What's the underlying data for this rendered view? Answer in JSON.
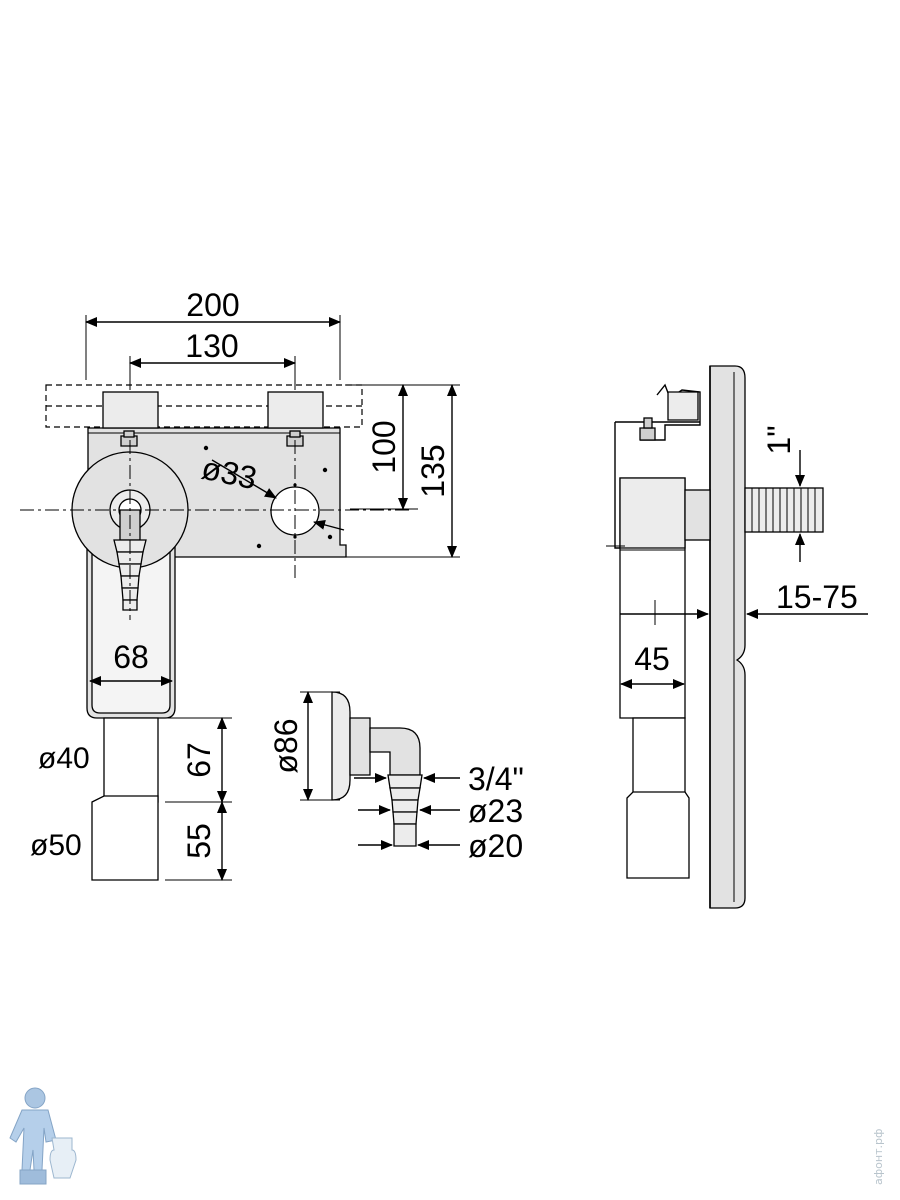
{
  "dimensions": {
    "front_width_outer": "200",
    "front_width_inner": "130",
    "hole_diameter": "ø33",
    "height_inner": "100",
    "height_outer": "135",
    "box_width": "68",
    "pipe_small_diameter": "ø40",
    "pipe_large_diameter": "ø50",
    "pipe_length_upper": "67",
    "pipe_length_lower": "55",
    "elbow_flange_diameter": "ø86",
    "thread_size": "3/4\"",
    "hose_diameter_large": "ø23",
    "hose_diameter_small": "ø20",
    "side_thread": "1\"",
    "side_depth_range": "15-75",
    "side_box_depth": "45"
  },
  "watermark": {
    "text": "афонт.рф"
  },
  "colors": {
    "part_fill": "#e2e2e2",
    "line": "#000000",
    "watermark": "#b8c4cc"
  }
}
